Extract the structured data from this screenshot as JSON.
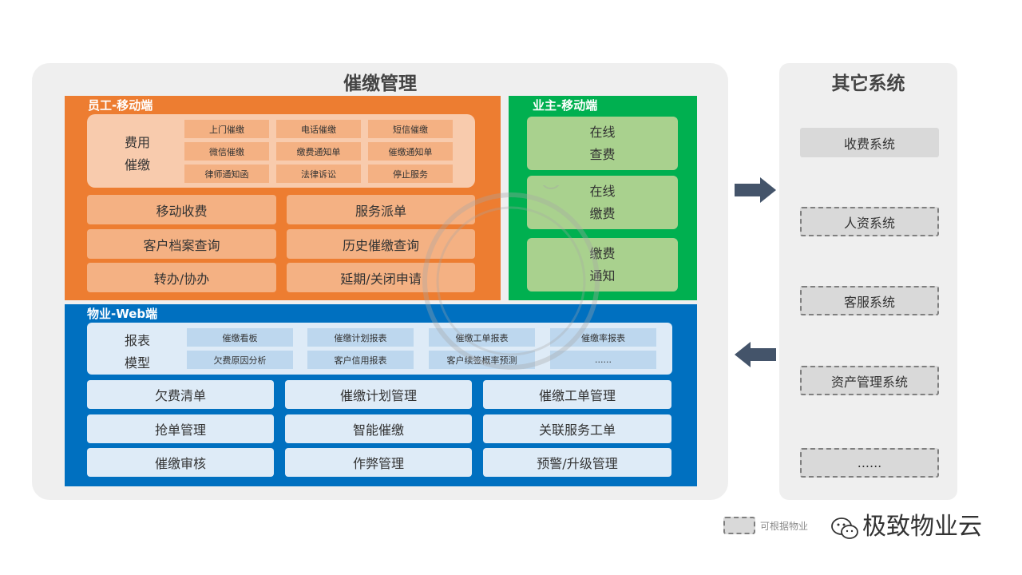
{
  "main_title": "催缴管理",
  "staff": {
    "title": "员工-移动端",
    "fee_label_1": "费用",
    "fee_label_2": "催缴",
    "chips": [
      "上门催缴",
      "电话催缴",
      "短信催缴",
      "微信催缴",
      "缴费通知单",
      "催缴通知单",
      "律师通知函",
      "法律诉讼",
      "停止服务"
    ],
    "buttons": [
      "移动收费",
      "服务派单",
      "客户档案查询",
      "历史催缴查询",
      "转办/协办",
      "延期/关闭申请"
    ]
  },
  "owner": {
    "title": "业主-移动端",
    "buttons": [
      {
        "line1": "在线",
        "line2": "查费"
      },
      {
        "line1": "在线",
        "line2": "缴费"
      },
      {
        "line1": "缴费",
        "line2": "通知"
      }
    ]
  },
  "web": {
    "title": "物业-Web端",
    "report_label_1": "报表",
    "report_label_2": "模型",
    "chips": [
      "催缴看板",
      "催缴计划报表",
      "催缴工单报表",
      "催缴率报表",
      "欠费原因分析",
      "客户信用报表",
      "客户续签概率预测",
      "......"
    ],
    "buttons": [
      "欠费清单",
      "催缴计划管理",
      "催缴工单管理",
      "抢单管理",
      "智能催缴",
      "关联服务工单",
      "催缴审核",
      "作弊管理",
      "预警/升级管理"
    ]
  },
  "other": {
    "title": "其它系统",
    "systems": [
      "收费系统",
      "人资系统",
      "客服系统",
      "资产管理系统",
      "......"
    ]
  },
  "legend": {
    "text": "可根据物业"
  },
  "brand": {
    "text": "极致物业云"
  },
  "colors": {
    "staff": "#ed7d31",
    "owner": "#00b050",
    "web": "#0070c0",
    "arrow": "#44546a"
  }
}
